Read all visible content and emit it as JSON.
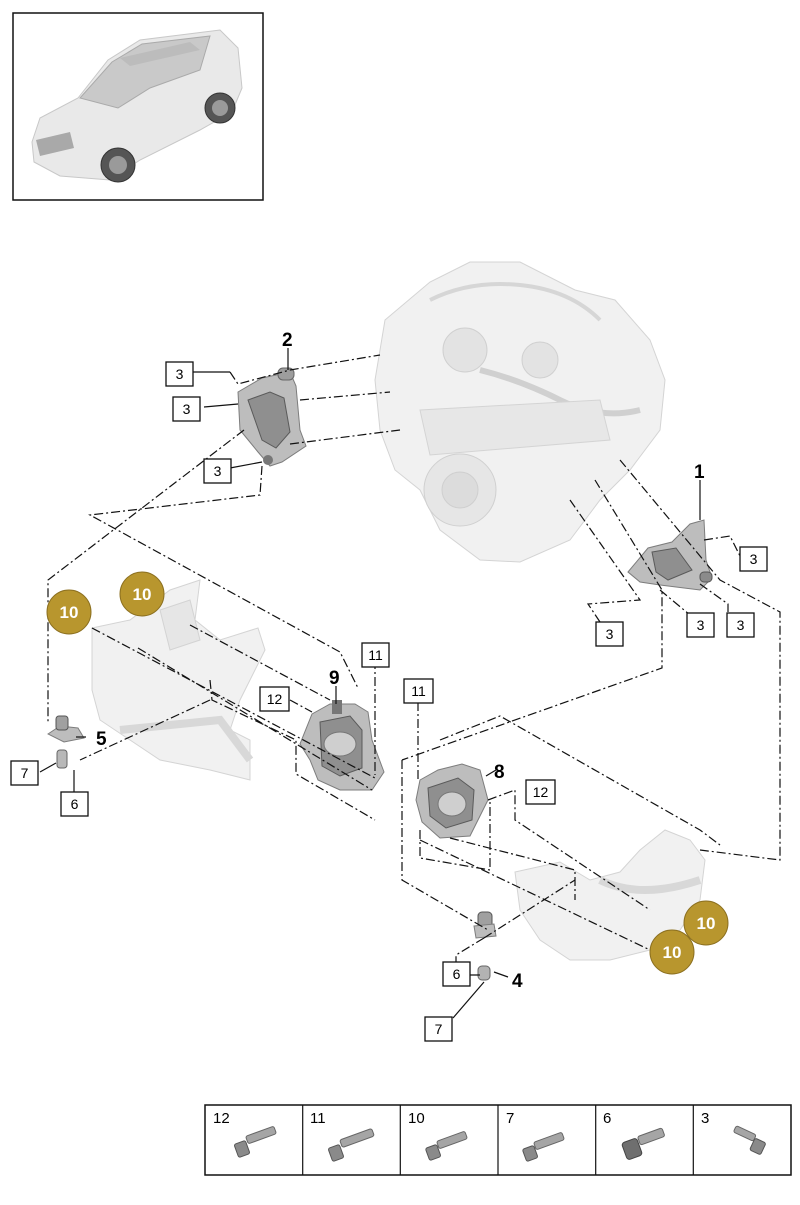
{
  "callouts": {
    "p1": "1",
    "p2": "2",
    "p4": "4",
    "p5": "5",
    "p8": "8",
    "p9": "9",
    "box3": "3",
    "box6": "6",
    "box7": "7",
    "box11": "11",
    "box12": "12",
    "gold10": "10"
  },
  "legend": {
    "items": [
      {
        "number": "12"
      },
      {
        "number": "11"
      },
      {
        "number": "10"
      },
      {
        "number": "7"
      },
      {
        "number": "6"
      },
      {
        "number": "3"
      }
    ]
  },
  "colors": {
    "gold_badge": "#b8962e",
    "line": "#111111"
  }
}
